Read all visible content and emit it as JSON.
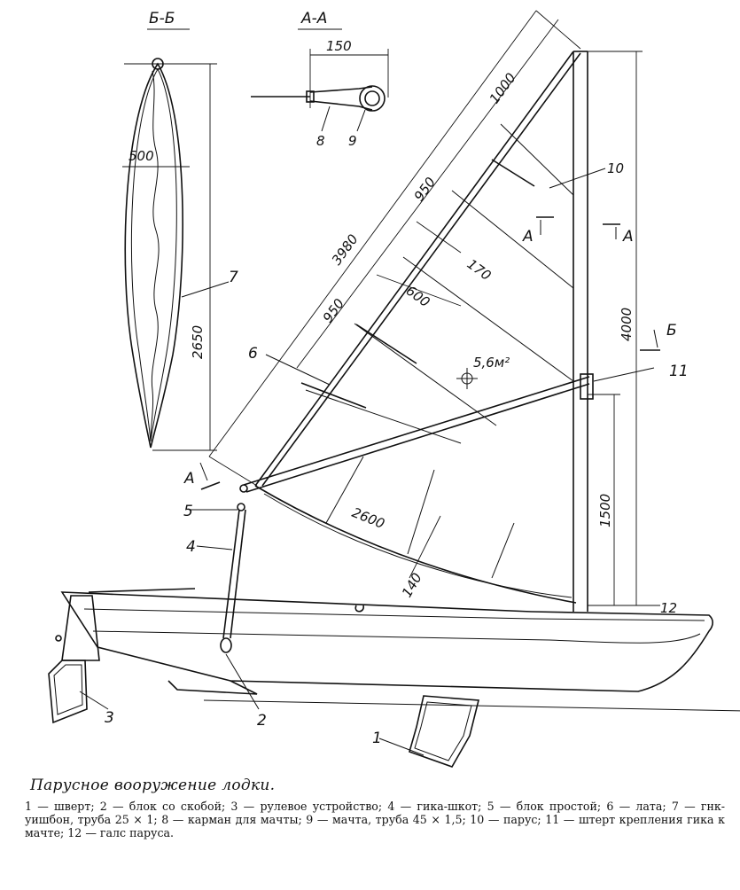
{
  "labels": {
    "section_bb": "Б-Б",
    "section_aa": "А-А",
    "part_1": "1",
    "part_2": "2",
    "part_3": "3",
    "part_4": "4",
    "part_5": "5",
    "part_6": "6",
    "part_7": "7",
    "part_8": "8",
    "part_9": "9",
    "part_10": "10",
    "part_11": "11",
    "part_12": "12",
    "marker_a_left": "А",
    "marker_a_mid": "А",
    "marker_a_right": "А",
    "marker_b": "Б",
    "sail_area": "5,6м²"
  },
  "dimensions": {
    "d150": "150",
    "d500": "500",
    "d2650": "2650",
    "d1000": "1000",
    "d950_top": "950",
    "d3980": "3980",
    "d950_bottom": "950",
    "d170": "170",
    "d600": "600",
    "d4000": "4000",
    "d1500": "1500",
    "d2600": "2600",
    "d140": "140"
  },
  "caption": {
    "title": "Парусное вооружение лодки.",
    "legend": "1 — шверт; 2 — блок со скобой; 3 — рулевое устройство; 4 — гика-шкот; 5 — блок простой; 6 — лата; 7 — гнк-уишбон, труба 25 × 1; 8 — карман для мачты; 9 — мачта, труба 45 × 1,5; 10 — парус; 11 — штерт крепления гика к мачте; 12 — галс паруса."
  }
}
